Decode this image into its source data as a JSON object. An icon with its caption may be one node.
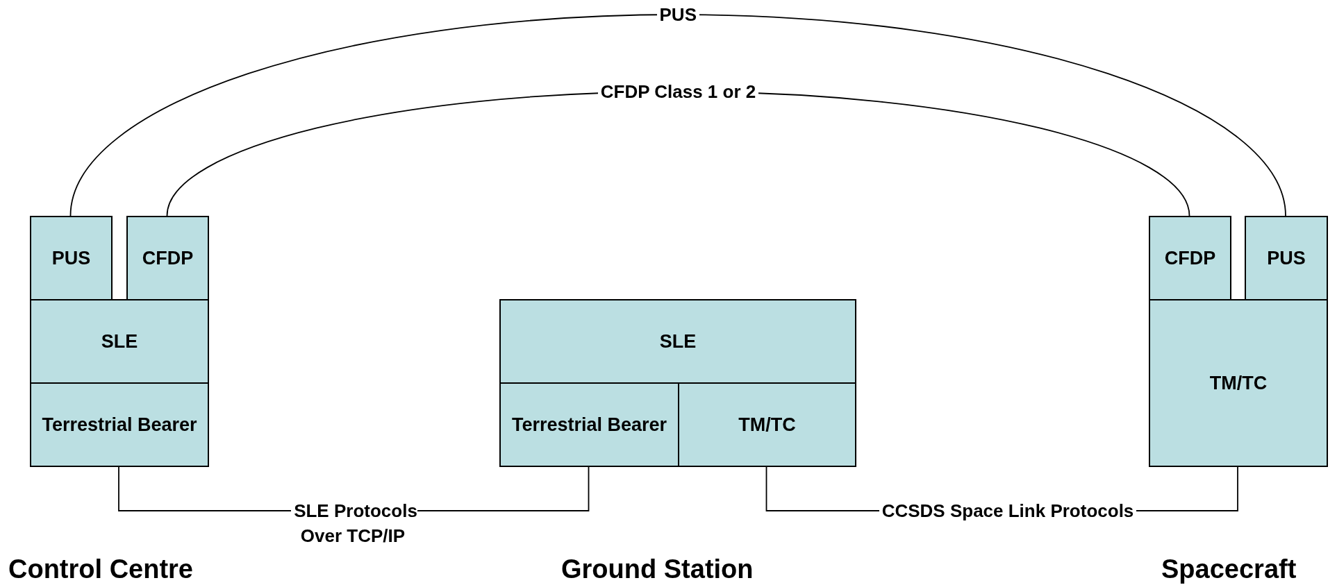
{
  "diagram": {
    "nodes": [
      {
        "text": [
          "PUS"
        ]
      },
      {
        "text": [
          "CFDP"
        ]
      },
      {
        "text": [
          "SLE"
        ]
      },
      {
        "text": [
          "Terrestrial Bearer"
        ]
      },
      {
        "text": [
          "SLE"
        ]
      },
      {
        "text": [
          "Terrestrial Bearer"
        ]
      },
      {
        "text": [
          "TM/TC"
        ]
      },
      {
        "text": [
          "CFDP"
        ]
      },
      {
        "text": [
          "PUS"
        ]
      },
      {
        "text": [
          "TM/TC"
        ]
      }
    ],
    "edges": [
      {
        "from": 0,
        "to": 8,
        "arrow": "none",
        "label": "PUS"
      },
      {
        "from": 1,
        "to": 7,
        "arrow": "none",
        "label": "CFDP Class 1 or 2"
      },
      {
        "from": 3,
        "to": 5,
        "arrow": "none",
        "label": "SLE Protocols Over TCP/IP"
      },
      {
        "from": 6,
        "to": 9,
        "arrow": "none",
        "label": "CCSDS Space Link Protocols"
      }
    ],
    "labels": [
      "Control Centre",
      "Ground Station",
      "Spacecraft"
    ]
  }
}
